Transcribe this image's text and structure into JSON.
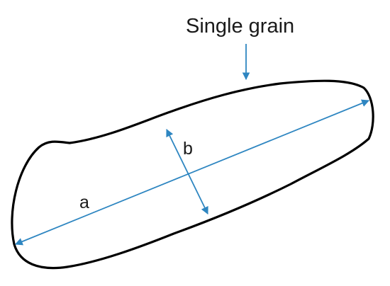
{
  "labels": {
    "title": "Single grain",
    "major_axis": "a",
    "minor_axis": "b"
  },
  "colors": {
    "outline": "#000000",
    "axis": "#2e86c1",
    "text": "#1a1a1a"
  }
}
